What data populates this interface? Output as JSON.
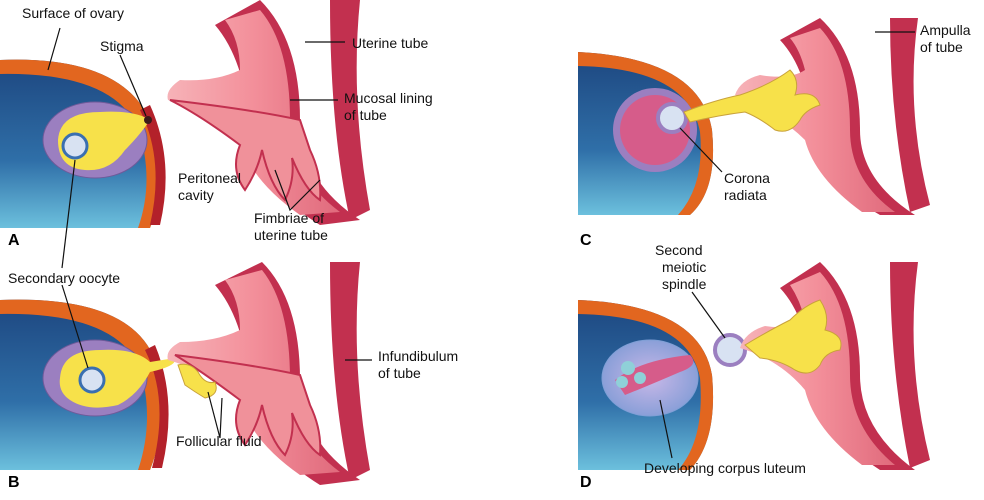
{
  "panels": {
    "a": "A",
    "b": "B",
    "c": "C",
    "d": "D"
  },
  "labels": {
    "surface_of_ovary": "Surface of ovary",
    "stigma": "Stigma",
    "uterine_tube": "Uterine tube",
    "mucosal_lining_1": "Mucosal lining",
    "mucosal_lining_2": "of tube",
    "peritoneal_1": "Peritoneal",
    "peritoneal_2": "cavity",
    "fimbriae_1": "Fimbriae of",
    "fimbriae_2": "uterine tube",
    "secondary_oocyte": "Secondary oocyte",
    "infundibulum_1": "Infundibulum",
    "infundibulum_2": "of tube",
    "follicular_fluid": "Follicular fluid",
    "ampulla_1": "Ampulla",
    "ampulla_2": "of tube",
    "corona_1": "Corona",
    "corona_2": "radiata",
    "second_meiotic_1": "Second",
    "second_meiotic_2": "meiotic",
    "second_meiotic_3": "spindle",
    "developing_corpus_luteum": "Developing corpus luteum"
  },
  "colors": {
    "ovary_dark": "#1f4e8c",
    "ovary_light": "#5fb3d6",
    "ovary_surface": "#e2661f",
    "ovary_rim": "#b3212a",
    "tube_wall": "#c2304f",
    "tube_mucosa": "#f2a0a6",
    "tube_mucosa_light": "#f9c9cb",
    "follicle_purple": "#9b7fc0",
    "follicle_fluid": "#f7e14a",
    "oocyte_blue": "#3a6fb0",
    "corpus_luteum": "#7f9fd6"
  }
}
